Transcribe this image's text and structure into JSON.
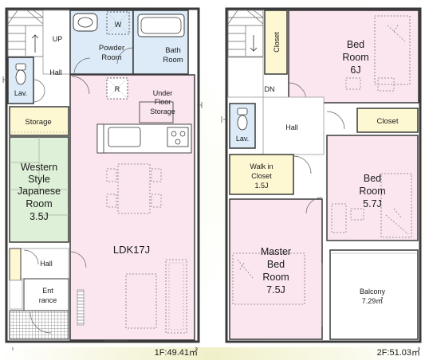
{
  "floor1": {
    "rooms": {
      "up": "UP",
      "hall_top": "Hall",
      "lav": "Lav.",
      "powder": [
        "Powder",
        "Room"
      ],
      "w_mark": "W",
      "bath": [
        "Bath",
        "Room"
      ],
      "r_mark": "R",
      "underfloor": [
        "Under",
        "Floor",
        "Storage"
      ],
      "storage": "Storage",
      "western": [
        "Western",
        "Style",
        "Japanese",
        "Room",
        "3.5J"
      ],
      "ldk": "LDK17J",
      "hall_bottom": "Hall",
      "entrance": [
        "Ent",
        "rance"
      ]
    },
    "area": "1F:49.41㎡"
  },
  "floor2": {
    "rooms": {
      "closet_top": "Closet",
      "bed6": [
        "Bed",
        "Room",
        "6J"
      ],
      "dn": "DN",
      "hall": "Hall",
      "lav": "Lav.",
      "closet_right": "Closet",
      "walkin": [
        "Walk in",
        "Closet",
        "1.5J"
      ],
      "bed57": [
        "Bed",
        "Room",
        "5.7J"
      ],
      "master": [
        "Master",
        "Bed",
        "Room",
        "7.5J"
      ],
      "balcony": [
        "Balcony",
        "7.29㎡"
      ]
    },
    "area": "2F:51.03㎡"
  },
  "colors": {
    "ldk_pink": "#fbe6ef",
    "bed_pink": "#fbe6ef",
    "wet_blue": "#dcebf7",
    "tatami_green": "#dff0d8",
    "storage_yellow": "#fdf7d2",
    "hall_white": "#ffffff",
    "wall": "#3a3a3a",
    "glow": "#e4e39a"
  }
}
